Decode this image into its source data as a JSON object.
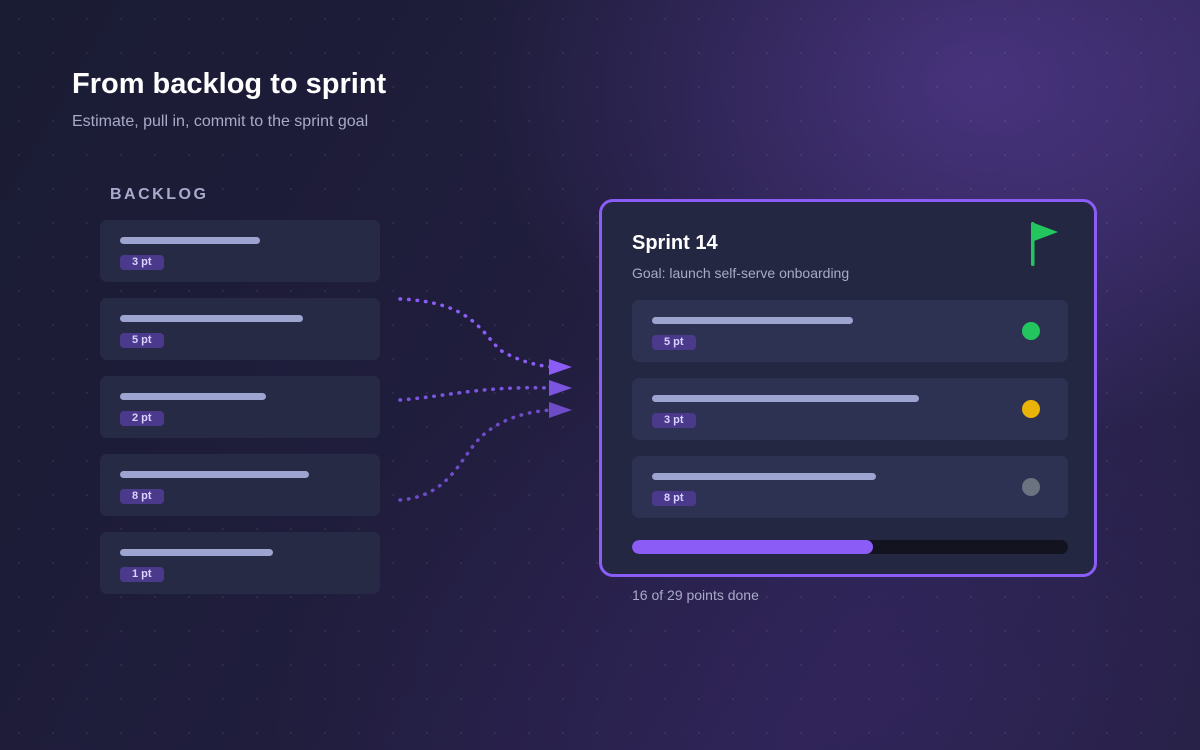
{
  "header": {
    "title": "From backlog to sprint",
    "subtitle": "Estimate, pull in, commit to the sprint goal"
  },
  "backlog": {
    "heading": "BACKLOG",
    "items": [
      {
        "points": "3 pt",
        "bar": 0.5
      },
      {
        "points": "5 pt",
        "bar": 0.655
      },
      {
        "points": "2 pt",
        "bar": 0.52
      },
      {
        "points": "8 pt",
        "bar": 0.675
      },
      {
        "points": "1 pt",
        "bar": 0.545
      }
    ]
  },
  "sprint": {
    "title": "Sprint 14",
    "goal": "Goal: launch self-serve onboarding",
    "flag_icon": "flag-icon",
    "items": [
      {
        "points": "5 pt",
        "bar": 0.46,
        "status_color": "#22c55e"
      },
      {
        "points": "3 pt",
        "bar": 0.613,
        "status_color": "#eab308"
      },
      {
        "points": "8 pt",
        "bar": 0.514,
        "status_color": "#6b7280"
      }
    ],
    "progress": {
      "done": 16,
      "total": 29,
      "label": "16 of 29 points done"
    }
  },
  "colors": {
    "accent": "#8b5cf6",
    "flag": "#22c55e",
    "badge_bg": "#4b3a8c"
  }
}
